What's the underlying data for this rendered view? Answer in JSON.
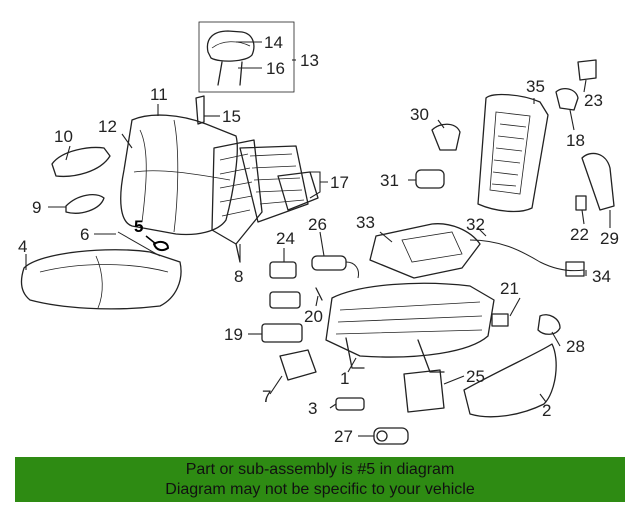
{
  "diagram": {
    "highlighted_callout": "5",
    "callouts": {
      "c2": "2",
      "c3": "3",
      "c4": "4",
      "c5": "5",
      "c6": "6",
      "c7": "7",
      "c8": "8",
      "c9": "9",
      "c10": "10",
      "c11": "11",
      "c12": "12",
      "c13": "13",
      "c14": "14",
      "c15": "15",
      "c16": "16",
      "c17": "17",
      "c18": "18",
      "c19": "19",
      "c20": "20",
      "c21": "21",
      "c22": "22",
      "c23": "23",
      "c24": "24",
      "c25": "25",
      "c26": "26",
      "c27": "27",
      "c28": "28",
      "c29": "29",
      "c30": "30",
      "c31": "31",
      "c32": "32",
      "c33": "33",
      "c34": "34",
      "c35": "35",
      "c1": "1"
    }
  },
  "footer": {
    "line1": "Part or sub-assembly is #5 in diagram",
    "line2": "Diagram may not be specific to your vehicle",
    "background": "#2e8b13"
  }
}
